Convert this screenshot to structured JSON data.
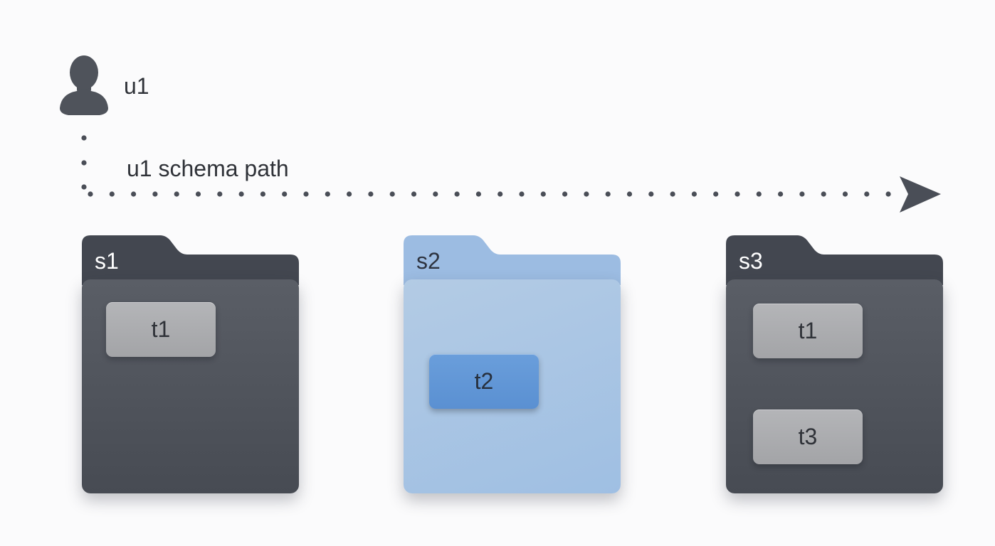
{
  "user": {
    "name": "u1",
    "icon": "user-silhouette-icon"
  },
  "path": {
    "label": "u1 schema path",
    "icon": "arrow-right-icon"
  },
  "schemas": [
    {
      "name": "s1",
      "style": "dark",
      "tables": [
        "t1"
      ]
    },
    {
      "name": "s2",
      "style": "highlighted",
      "tables": [
        "t2"
      ]
    },
    {
      "name": "s3",
      "style": "dark",
      "tables": [
        "t1",
        "t3"
      ]
    }
  ],
  "colors": {
    "dark_folder": "#4d5159",
    "highlight_folder": "#a7c4e6",
    "grey_table": "#a9aaad",
    "blue_table": "#5f94d5",
    "path_dots": "#4a4e57"
  }
}
